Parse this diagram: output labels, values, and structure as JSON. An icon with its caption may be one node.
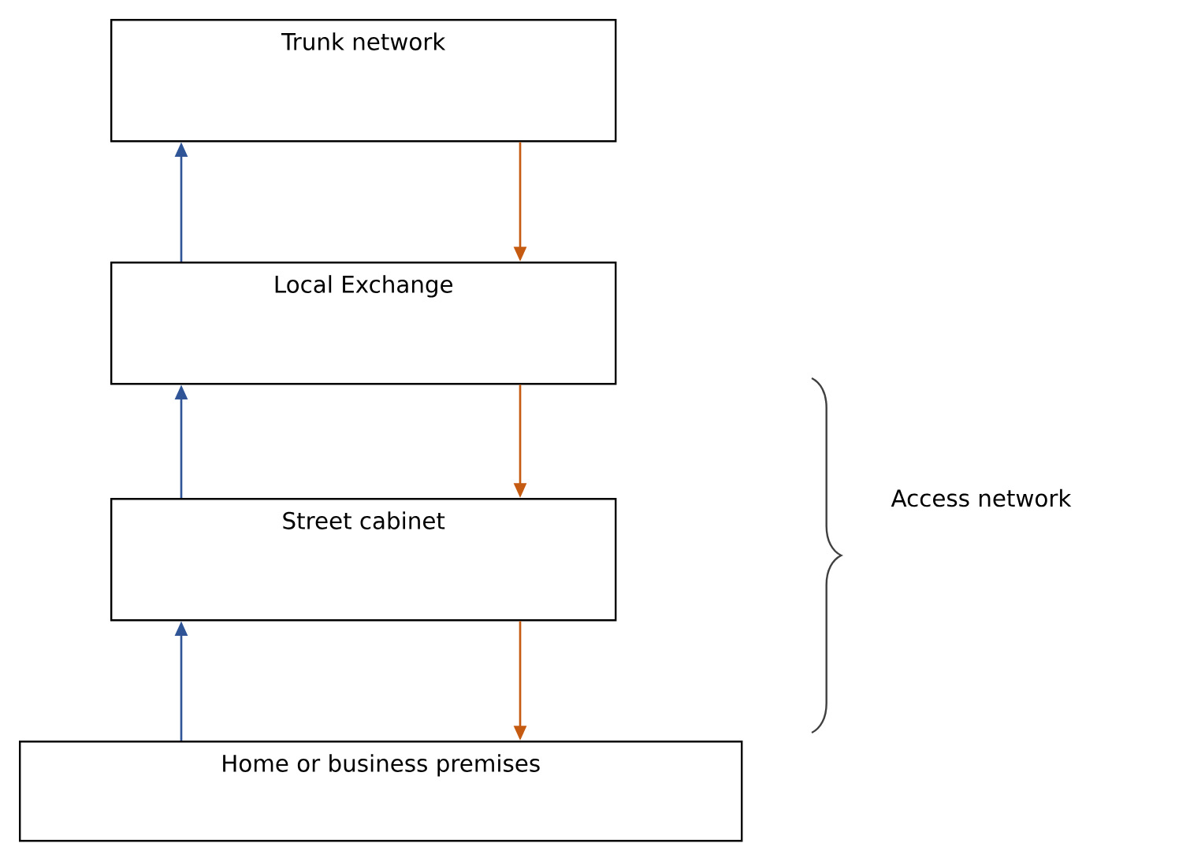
{
  "diagram": {
    "nodes": [
      {
        "text": [
          "Trunk network"
        ]
      },
      {
        "text": [
          "Local Exchange"
        ]
      },
      {
        "text": [
          "Street cabinet"
        ]
      },
      {
        "text": [
          "Home or business premises"
        ]
      }
    ],
    "edges": [
      {
        "from": 3,
        "to": 2,
        "arrow": "to",
        "color": "#2f5597"
      },
      {
        "from": 2,
        "to": 1,
        "arrow": "to",
        "color": "#2f5597"
      },
      {
        "from": 1,
        "to": 0,
        "arrow": "to",
        "color": "#2f5597"
      },
      {
        "from": 0,
        "to": 1,
        "arrow": "to",
        "color": "#c55a11"
      },
      {
        "from": 1,
        "to": 2,
        "arrow": "to",
        "color": "#c55a11"
      },
      {
        "from": 2,
        "to": 3,
        "arrow": "to",
        "color": "#c55a11"
      }
    ],
    "labels": [
      "Access network"
    ]
  }
}
